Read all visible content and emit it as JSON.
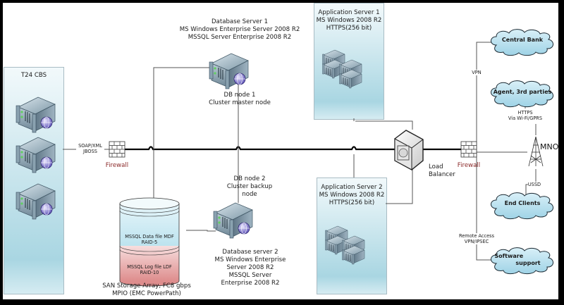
{
  "diagram": {
    "t24_panel": {
      "title": "T24 CBS",
      "server_count": 3
    },
    "core_link": {
      "label_line1": "SOAP/XML",
      "label_line2": "JBOSS"
    },
    "firewall_left": {
      "label": "Firewall"
    },
    "firewall_right": {
      "label": "Firewall"
    },
    "db_server_1": {
      "title_lines": [
        "Database Server 1",
        "MS Windows Enterprise Server 2008 R2",
        "MSSQL Server Enterprise 2008 R2"
      ],
      "node_lines": [
        "DB node 1",
        "Cluster master node"
      ]
    },
    "db_server_2": {
      "node_lines": [
        "DB node 2",
        "Cluster backup",
        "node"
      ],
      "title_lines": [
        "Database server 2",
        "MS Windows Enterprise",
        "Server 2008 R2",
        "MSSQL Server",
        "Enterprise 2008 R2"
      ]
    },
    "san_storage": {
      "data_file_lines": [
        "MSSQL Data file MDF",
        "RAID-5"
      ],
      "log_file_lines": [
        "MSSQL Log file LDF",
        "RAID-10"
      ],
      "caption_lines": [
        "SAN Storage Array, FC8 gbps",
        "MPIO (EMC PowerPath)"
      ]
    },
    "app_server_1": {
      "title_lines": [
        "Application Server 1",
        "MS Windows 2008 R2",
        "HTTPS(256 bit)"
      ]
    },
    "app_server_2": {
      "title_lines": [
        "Application Server 2",
        "MS Windows 2008 R2",
        "HTTPS(256 bit)"
      ]
    },
    "load_balancer": {
      "label_lines": [
        "Load",
        "Balancer"
      ]
    },
    "clouds": {
      "central_bank": "Central Bank",
      "agent": "Agent, 3rd parties",
      "end_clients": "End Clients",
      "software_support_line1": "Software",
      "software_support_line2": "support"
    },
    "links": {
      "vpn": "VPN",
      "https": "HTTPS",
      "wifi_gprs": "Via Wi-Fi/GPRS",
      "ussd": "USSD",
      "remote_access": "Remote Access",
      "vpn_ipsec": "VPN/IPSEC"
    },
    "mno": {
      "label": "MNO"
    }
  }
}
